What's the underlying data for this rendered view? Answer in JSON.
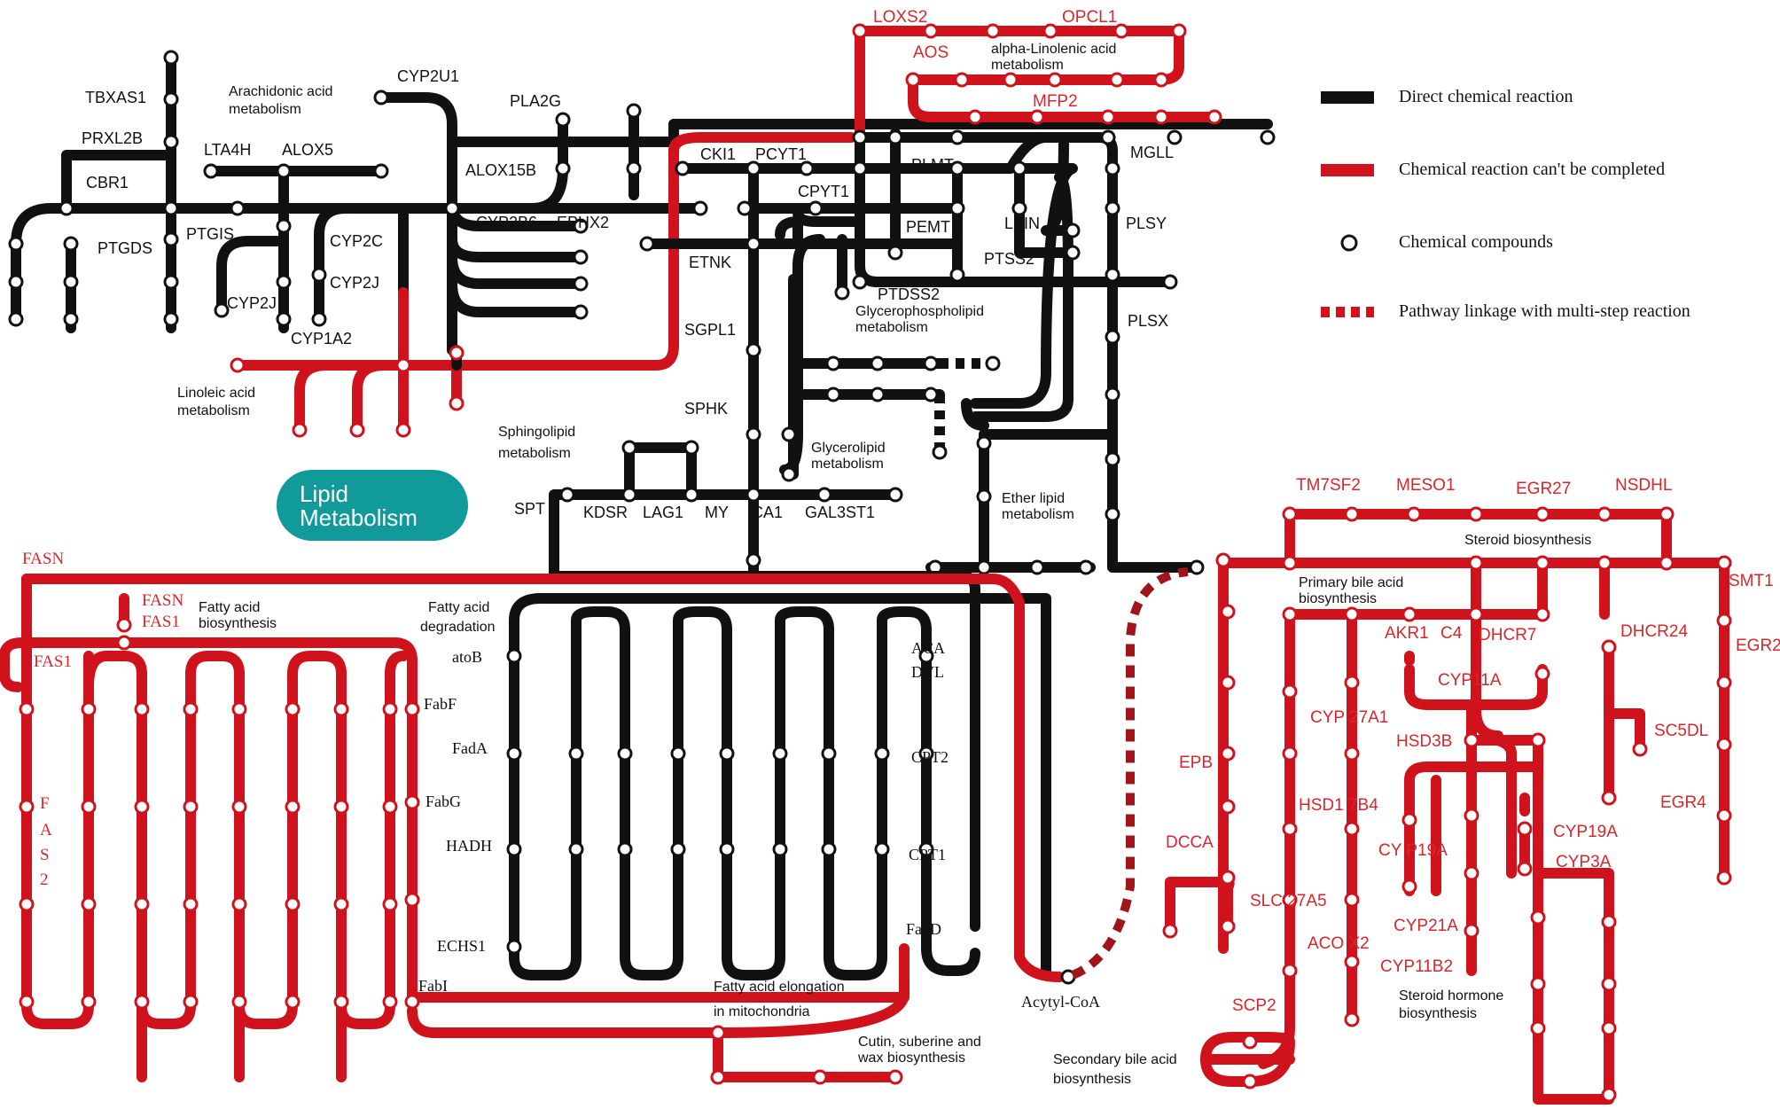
{
  "badge": {
    "line1": "Lipid",
    "line2": "Metabolism"
  },
  "legend": {
    "items": [
      {
        "text": "Direct chemical reaction",
        "kind": "black-line",
        "color": "#111111"
      },
      {
        "text": "Chemical reaction can't be completed",
        "kind": "red-line",
        "color": "#d0121c"
      },
      {
        "text": "Chemical compounds",
        "kind": "node"
      },
      {
        "text": "Pathway linkage with multi-step reaction",
        "kind": "dashed-line",
        "color": "#d0121c"
      }
    ]
  },
  "pathways": {
    "arachidonic": [
      "Arachidonic acid",
      "metabolism"
    ],
    "linoleic": [
      "Linoleic acid",
      "metabolism"
    ],
    "alpha_linolenic": [
      "alpha-Linolenic acid",
      "metabolism"
    ],
    "glycerophospholipid": [
      "Glycerophospholipid",
      "metabolism"
    ],
    "glycerolipid": [
      "Glycerolipid",
      "metabolism"
    ],
    "sphingolipid": [
      "Sphingolipid",
      "metabolism"
    ],
    "ether_lipid": [
      "Ether lipid",
      "metabolism"
    ],
    "fatty_acid_biosynthesis": [
      "Fatty acid",
      "biosynthesis"
    ],
    "fatty_acid_degradation": [
      "Fatty acid",
      "degradation"
    ],
    "fatty_acid_elongation": [
      "Fatty acid elongation",
      "in mitochondria"
    ],
    "cutin": [
      "Cutin, suberine and",
      "wax biosynthesis"
    ],
    "steroid_biosynthesis": [
      "Steroid biosynthesis"
    ],
    "primary_bile": [
      "Primary bile acid",
      "biosynthesis"
    ],
    "secondary_bile": [
      "Secondary bile acid",
      "biosynthesis"
    ],
    "steroid_hormone": [
      "Steroid hormone",
      "biosynthesis"
    ]
  },
  "enzymes_black": {
    "TBXAS1": "TBXAS1",
    "PRXL2B": "PRXL2B",
    "CBR1": "CBR1",
    "PTGDS": "PTGDS",
    "PTGIS": "PTGIS",
    "LTA4H": "LTA4H",
    "ALOX5": "ALOX5",
    "CYP2U1": "CYP2U1",
    "PLA2G": "PLA2G",
    "ALOX15B": "ALOX15B",
    "CYP2C": "CYP2C",
    "CYP2J_a": "CYP2J",
    "CYP2J_b": "CYP2J",
    "CYP1A2": "CYP1A2",
    "CYP2B6": "CYP2B6",
    "EPHX2": "EPHX2",
    "CKI1": "CKI1",
    "PCYT1": "PCYT1",
    "CPYT1": "CPYT1",
    "PLMT": "PLMT",
    "PEMT": "PEMT",
    "LPIN": "LPIN",
    "MGLL": "MGLL",
    "PLSY": "PLSY",
    "PTSS2": "PTSS2",
    "PTDSS2": "PTDSS2",
    "PLSX": "PLSX",
    "ETNK": "ETNK",
    "SGPL1": "SGPL1",
    "SPHK": "SPHK",
    "SPT": "SPT",
    "KDSR": "KDSR",
    "LAG1": "LAG1",
    "MY": "MY",
    "CA1": "CA1",
    "GAL3ST1": "GAL3ST1"
  },
  "enzymes_fa": {
    "atoB": "atoB",
    "FadA": "FadΑ",
    "HADH": "HADH",
    "ECHS1": "ECHS1",
    "ACA": "ΑCΑ",
    "DVL": "DVL",
    "CPT2": "CPT2",
    "CPT1": "CPT1",
    "FadD": "FadD",
    "FabF": "FabF",
    "FabG": "FabG",
    "FabI": "FabI",
    "Acytyl": "Acytyl-CoA"
  },
  "enzymes_red": {
    "LOXS2": "LOXS2",
    "OPCL1": "OPCL1",
    "AOS": "AOS",
    "MFP2": "MFP2",
    "FASN_top": "FASN",
    "FASN_mid": "FASN",
    "FAS1_mid": "FAS1",
    "FAS1_left": "FAS1",
    "FAS2": [
      "F",
      "A",
      "S",
      "2"
    ],
    "TM7SF2": "TM7SF2",
    "MESO1": "MESO1",
    "EGR27": "EGR27",
    "NSDHL": "NSDHL",
    "SMT1": "SMT1",
    "EGR2": "EGR2",
    "DHCR24": "DHCR24",
    "DHCR7": "DHCR7",
    "AKR1": "AKR1",
    "C4": "C4",
    "CYP11A": "CYP11A",
    "SC5DL": "SC5DL",
    "HSD3B": "HSD3B",
    "EGR4": "EGR4",
    "CYP19A_r": "CYP19A",
    "CYP19A_l": "CY  P19A",
    "CYP3A": "CYP3A",
    "CYP21A": "CYP21A",
    "CYP11B2": "CYP11B2",
    "CYP27A1": "CYP  27A1",
    "HSD17B4": "HSD1  7B4",
    "SLC27A5": "SLC  27A5",
    "ACOX2": "ACO  X2",
    "EPB": "EPB",
    "DCCA": "DCCA",
    "SCP2": "SCP2"
  }
}
